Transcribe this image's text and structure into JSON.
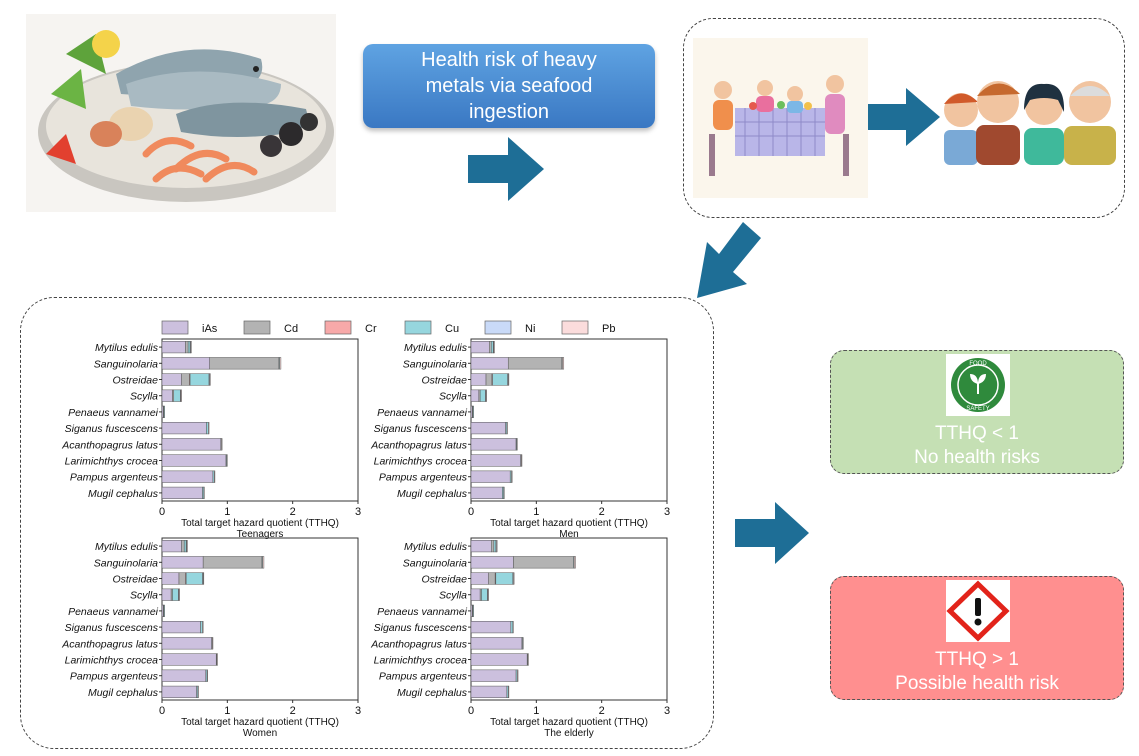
{
  "flow": {
    "title_line1": "Health risk of heavy",
    "title_line2": "metals via seafood",
    "title_line3": "ingestion"
  },
  "results": {
    "safe": {
      "line1": "TTHQ < 1",
      "line2": "No health risks",
      "badge_top": "FOOD",
      "badge_bottom": "SAFETY"
    },
    "risk": {
      "line1": "TTHQ > 1",
      "line2": "Possible health risk"
    }
  },
  "colors": {
    "arrow": "#1e6e96",
    "safe_bg": "#c5e0b4",
    "risk_bg": "#ff8f8f",
    "title_box": "#4a8fd6"
  },
  "chart_data": {
    "type": "bar",
    "stacked": true,
    "orientation": "horizontal",
    "xlabel": "Total target hazard quotient (TTHQ)",
    "xlim": [
      0,
      3
    ],
    "xticks": [
      0,
      1,
      2,
      3
    ],
    "legend": {
      "placement": "top",
      "items": [
        {
          "name": "iAs",
          "color": "#ccc0de"
        },
        {
          "name": "Cd",
          "color": "#b3b3b3"
        },
        {
          "name": "Cr",
          "color": "#f7a9a9"
        },
        {
          "name": "Cu",
          "color": "#96d6de"
        },
        {
          "name": "Ni",
          "color": "#c9daf8"
        },
        {
          "name": "Pb",
          "color": "#fbdcdc"
        }
      ]
    },
    "categories": [
      "Mytilus edulis",
      "Sanguinolaria",
      "Ostreidae",
      "Scylla",
      "Penaeus vannamei",
      "Siganus fuscescens",
      "Acanthopagrus latus",
      "Larimichthys crocea",
      "Pampus argenteus",
      "Mugil cephalus"
    ],
    "panels": [
      {
        "subtitle": "Teenagers",
        "series": [
          {
            "name": "iAs",
            "values": [
              0.36,
              0.73,
              0.3,
              0.16,
              0.02,
              0.68,
              0.9,
              0.98,
              0.78,
              0.62
            ]
          },
          {
            "name": "Cd",
            "values": [
              0.04,
              1.06,
              0.12,
              0.02,
              0.01,
              0.0,
              0.0,
              0.0,
              0.0,
              0.0
            ]
          },
          {
            "name": "Cr",
            "values": [
              0.0,
              0.0,
              0.01,
              0.0,
              0.0,
              0.0,
              0.0,
              0.0,
              0.0,
              0.0
            ]
          },
          {
            "name": "Cu",
            "values": [
              0.03,
              0.01,
              0.29,
              0.1,
              0.01,
              0.03,
              0.01,
              0.01,
              0.02,
              0.02
            ]
          },
          {
            "name": "Ni",
            "values": [
              0.01,
              0.0,
              0.01,
              0.01,
              0.0,
              0.0,
              0.0,
              0.0,
              0.0,
              0.0
            ]
          },
          {
            "name": "Pb",
            "values": [
              0.01,
              0.02,
              0.01,
              0.01,
              0.0,
              0.01,
              0.01,
              0.01,
              0.01,
              0.01
            ]
          }
        ]
      },
      {
        "subtitle": "Men",
        "series": [
          {
            "name": "iAs",
            "values": [
              0.28,
              0.57,
              0.23,
              0.12,
              0.02,
              0.53,
              0.69,
              0.76,
              0.6,
              0.48
            ]
          },
          {
            "name": "Cd",
            "values": [
              0.03,
              0.82,
              0.09,
              0.02,
              0.01,
              0.0,
              0.0,
              0.0,
              0.0,
              0.0
            ]
          },
          {
            "name": "Cr",
            "values": [
              0.0,
              0.0,
              0.01,
              0.0,
              0.0,
              0.0,
              0.0,
              0.0,
              0.0,
              0.0
            ]
          },
          {
            "name": "Cu",
            "values": [
              0.03,
              0.01,
              0.23,
              0.08,
              0.01,
              0.02,
              0.01,
              0.01,
              0.02,
              0.02
            ]
          },
          {
            "name": "Ni",
            "values": [
              0.01,
              0.0,
              0.01,
              0.01,
              0.0,
              0.0,
              0.0,
              0.0,
              0.0,
              0.0
            ]
          },
          {
            "name": "Pb",
            "values": [
              0.01,
              0.02,
              0.01,
              0.01,
              0.0,
              0.01,
              0.01,
              0.01,
              0.01,
              0.01
            ]
          }
        ]
      },
      {
        "subtitle": "Women",
        "series": [
          {
            "name": "iAs",
            "values": [
              0.3,
              0.63,
              0.26,
              0.14,
              0.02,
              0.59,
              0.76,
              0.83,
              0.67,
              0.53
            ]
          },
          {
            "name": "Cd",
            "values": [
              0.04,
              0.9,
              0.1,
              0.02,
              0.01,
              0.0,
              0.0,
              0.0,
              0.0,
              0.0
            ]
          },
          {
            "name": "Cr",
            "values": [
              0.0,
              0.0,
              0.01,
              0.0,
              0.0,
              0.0,
              0.0,
              0.0,
              0.0,
              0.0
            ]
          },
          {
            "name": "Cu",
            "values": [
              0.03,
              0.01,
              0.25,
              0.09,
              0.01,
              0.03,
              0.01,
              0.01,
              0.02,
              0.02
            ]
          },
          {
            "name": "Ni",
            "values": [
              0.01,
              0.0,
              0.01,
              0.01,
              0.0,
              0.0,
              0.0,
              0.0,
              0.0,
              0.0
            ]
          },
          {
            "name": "Pb",
            "values": [
              0.01,
              0.02,
              0.01,
              0.01,
              0.0,
              0.01,
              0.01,
              0.01,
              0.01,
              0.01
            ]
          }
        ]
      },
      {
        "subtitle": "The elderly",
        "series": [
          {
            "name": "iAs",
            "values": [
              0.31,
              0.65,
              0.27,
              0.14,
              0.02,
              0.61,
              0.78,
              0.86,
              0.69,
              0.55
            ]
          },
          {
            "name": "Cd",
            "values": [
              0.04,
              0.92,
              0.1,
              0.02,
              0.01,
              0.0,
              0.0,
              0.0,
              0.0,
              0.0
            ]
          },
          {
            "name": "Cr",
            "values": [
              0.0,
              0.0,
              0.01,
              0.0,
              0.0,
              0.0,
              0.0,
              0.0,
              0.0,
              0.0
            ]
          },
          {
            "name": "Cu",
            "values": [
              0.03,
              0.01,
              0.26,
              0.09,
              0.01,
              0.03,
              0.01,
              0.01,
              0.02,
              0.02
            ]
          },
          {
            "name": "Ni",
            "values": [
              0.01,
              0.0,
              0.01,
              0.01,
              0.0,
              0.0,
              0.0,
              0.0,
              0.0,
              0.0
            ]
          },
          {
            "name": "Pb",
            "values": [
              0.01,
              0.02,
              0.01,
              0.01,
              0.0,
              0.01,
              0.01,
              0.01,
              0.01,
              0.01
            ]
          }
        ]
      }
    ]
  }
}
